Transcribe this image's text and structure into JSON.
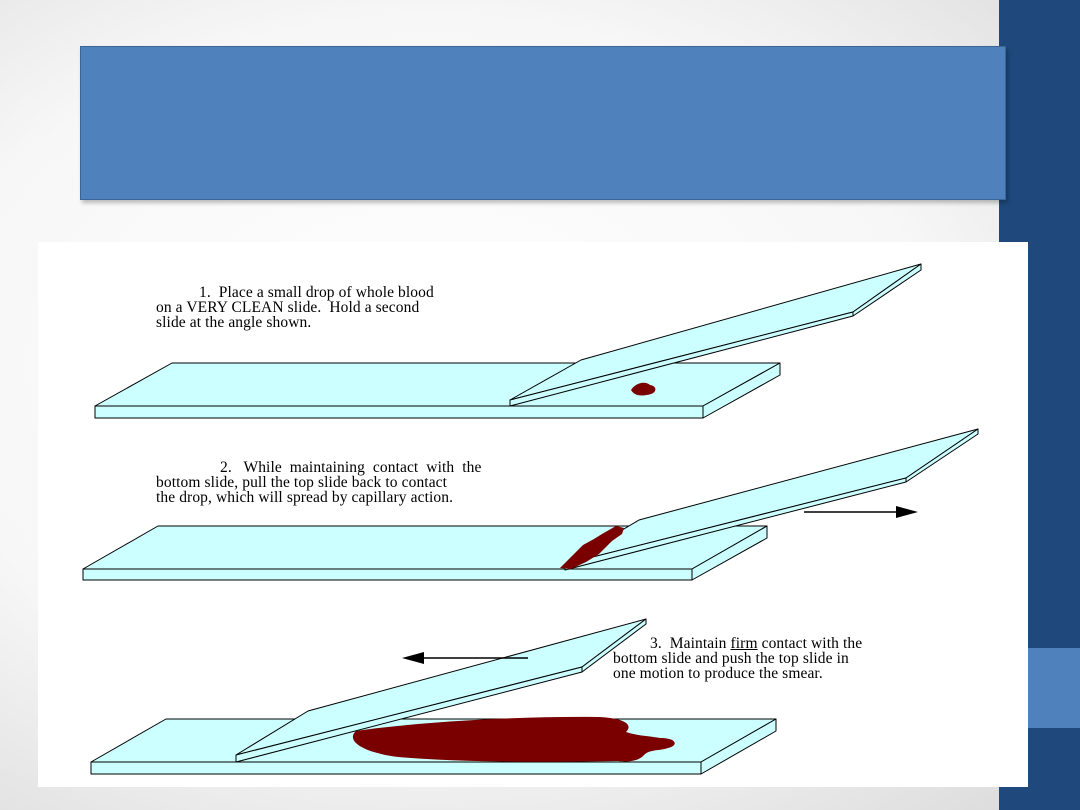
{
  "slide": {
    "title": "",
    "colors": {
      "title_box": "#4f81bd",
      "sidebar_dark": "#1f497d",
      "sidebar_accent": "#4f81bd",
      "slide_glass": "#ccffff",
      "blood": "#7a0000"
    }
  },
  "steps": [
    {
      "lines": [
        "1.  Place a small drop of whole blood",
        "on a VERY CLEAN slide.  Hold a second",
        "slide at the angle shown."
      ]
    },
    {
      "lines": [
        "2.   While  maintaining  contact  with  the",
        "bottom slide, pull the top slide back to contact",
        "the drop, which will spread by capillary action."
      ]
    },
    {
      "line1": "3.  Maintain ",
      "underline": "firm",
      "line1_end": " contact with the",
      "line2": "bottom slide and push the top slide in",
      "line3": "one motion to produce the smear."
    }
  ],
  "icons": {
    "arrow_right": "arrow-right-icon",
    "arrow_left": "arrow-left-icon"
  }
}
